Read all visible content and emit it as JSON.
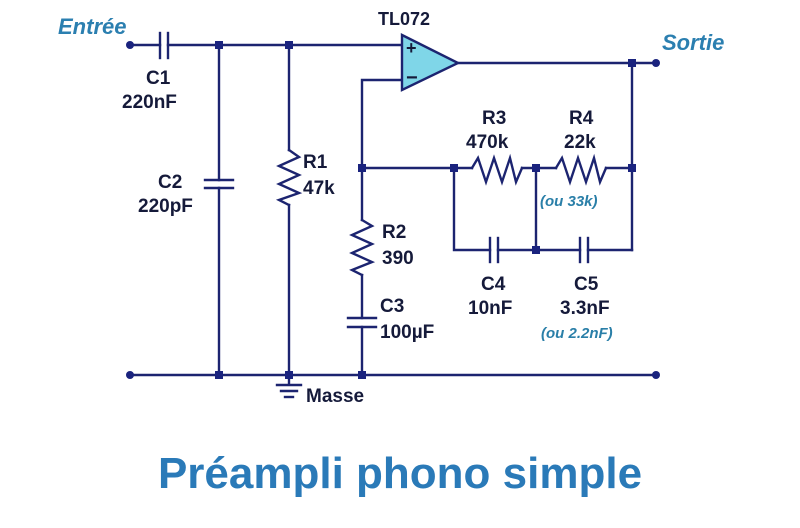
{
  "diagram": {
    "title": "Préampli phono simple",
    "input_label": "Entrée",
    "output_label": "Sortie",
    "ground_label": "Masse",
    "opamp": {
      "name": "TL072",
      "plus": "+",
      "minus": "−"
    },
    "components": {
      "C1": {
        "name": "C1",
        "value": "220nF"
      },
      "C2": {
        "name": "C2",
        "value": "220pF"
      },
      "R1": {
        "name": "R1",
        "value": "47k"
      },
      "R2": {
        "name": "R2",
        "value": "390"
      },
      "C3": {
        "name": "C3",
        "value": "100µF"
      },
      "R3": {
        "name": "R3",
        "value": "470k"
      },
      "R4": {
        "name": "R4",
        "value": "22k",
        "alt": "(ou 33k)"
      },
      "C4": {
        "name": "C4",
        "value": "10nF"
      },
      "C5": {
        "name": "C5",
        "value": "3.3nF",
        "alt": "(ou 2.2nF)"
      }
    },
    "colors": {
      "wire": "#1c2470",
      "opamp_fill": "#7fd6e8",
      "accent": "#2a7ab8"
    }
  }
}
